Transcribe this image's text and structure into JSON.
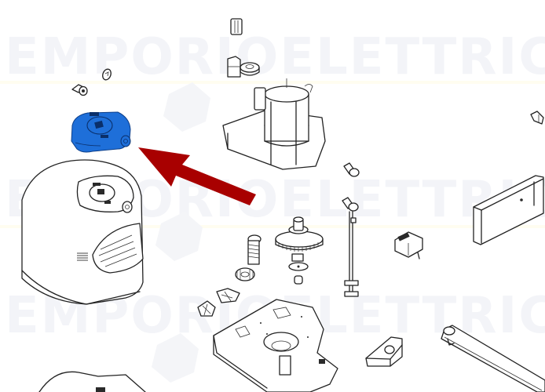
{
  "diagram": {
    "type": "exploded parts view",
    "watermark": {
      "word_left": "EMPORIO",
      "word_right": "ELETTRICO",
      "color": "#f3f4f8"
    },
    "highlight": {
      "part": "motor cover cap",
      "color": "#1e6fd9"
    },
    "arrow": {
      "color": "#a80000",
      "direction": "points up-left toward highlighted part"
    },
    "parts": [
      "highlighted cover cap",
      "small screw",
      "small cap",
      "main housing cover",
      "terminal connectors",
      "ring magnet",
      "motor assembly",
      "release key",
      "worm screw shaft",
      "plastic clips",
      "gear wheel",
      "washer",
      "screw",
      "limit switch rod",
      "micro switch",
      "mounting bracket",
      "base plate",
      "stop block",
      "drive arm",
      "bolt"
    ]
  }
}
